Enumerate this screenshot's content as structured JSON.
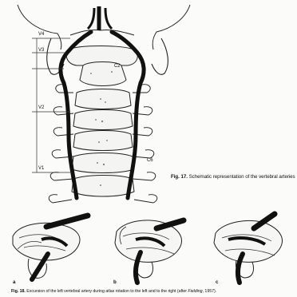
{
  "figure17": {
    "levels": [
      "V4",
      "V3",
      "V2",
      "V1"
    ],
    "c2_label": "C2",
    "c6_label": "C6",
    "caption_number": "Fig. 17.",
    "caption_text": "Schematic representation of the vertebral arteries"
  },
  "figure18": {
    "panel_labels": [
      "a",
      "b",
      "c"
    ],
    "caption_number": "Fig. 18.",
    "caption_text": "Excursion of the left vertebral artery during atlas rotation to the left and to the right (after",
    "caption_author": "Fielding",
    "caption_year": ", 1957)."
  }
}
